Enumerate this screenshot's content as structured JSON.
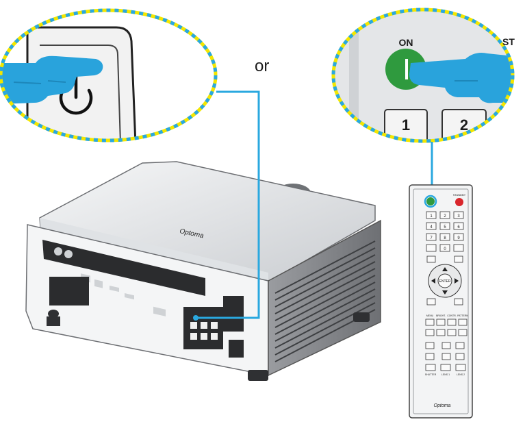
{
  "labels": {
    "or": "or",
    "zoom_on": "ON",
    "zoom_standby_partial": "ST",
    "zoom_key_1": "1",
    "zoom_key_2": "2"
  },
  "projector": {
    "brand_logo": "Optoma"
  },
  "remote": {
    "standby_label": "STANDBY",
    "numeric_keys": [
      "1",
      "2",
      "3",
      "4",
      "5",
      "6",
      "7",
      "8",
      "9",
      "",
      "0",
      ""
    ],
    "enter_label": "ENTER",
    "small_labels": [
      "MENU",
      "BRIGHT.",
      "CONTR.",
      "PATTERN"
    ],
    "lens_labels": [
      "SHUTTER",
      "LENS 1",
      "LENS 2"
    ],
    "brand_logo": "Optoma"
  },
  "colors": {
    "dash_yellow": "#f3e600",
    "dash_blue": "#2aa8df",
    "callout_line": "#2aa8df",
    "hand": "#29a3dc",
    "on_button": "#2f9a3e",
    "standby_button": "#d9262c",
    "projector_body": "#eef0f1",
    "projector_back": "#f4f5f6",
    "projector_side": "#8b8d90"
  }
}
